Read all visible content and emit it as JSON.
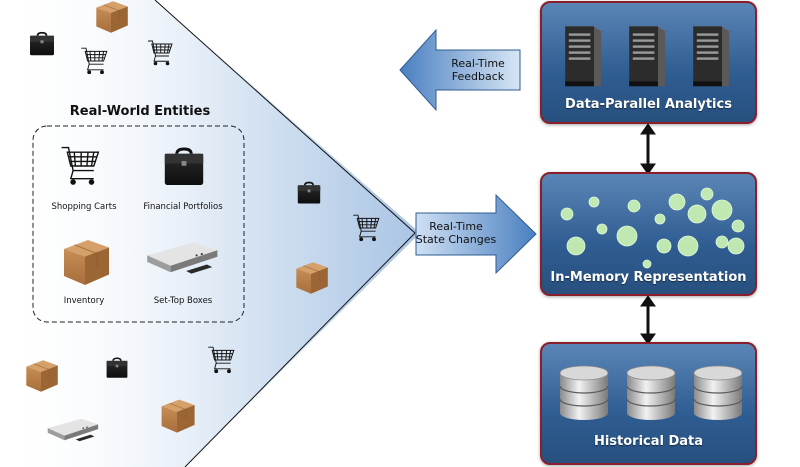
{
  "entities": {
    "title": "Real-World Entities",
    "items": [
      {
        "label": "Shopping Carts"
      },
      {
        "label": "Financial Portfolios"
      },
      {
        "label": "Inventory"
      },
      {
        "label": "Set-Top Boxes"
      }
    ]
  },
  "arrows": {
    "feedback": {
      "line1": "Real-Time",
      "line2": "Feedback"
    },
    "state_changes": {
      "line1": "Real-Time",
      "line2": "State Changes"
    }
  },
  "panels": {
    "analytics": {
      "title": "Data-Parallel Analytics"
    },
    "memory": {
      "title": "In-Memory Representation"
    },
    "historical": {
      "title": "Historical Data"
    }
  },
  "colors": {
    "panel_border": "#8a1e2a",
    "panel_fill": "#3a6aa0",
    "arrow_fill": "#5a8cc8",
    "bubble_fill": "#c8f0b4",
    "box_color": "#b57a48"
  },
  "icons": {
    "cart": "shopping-cart-icon",
    "briefcase": "briefcase-icon",
    "box": "cardboard-box-icon",
    "settop": "set-top-box-icon",
    "server": "server-icon",
    "database": "database-icon"
  }
}
